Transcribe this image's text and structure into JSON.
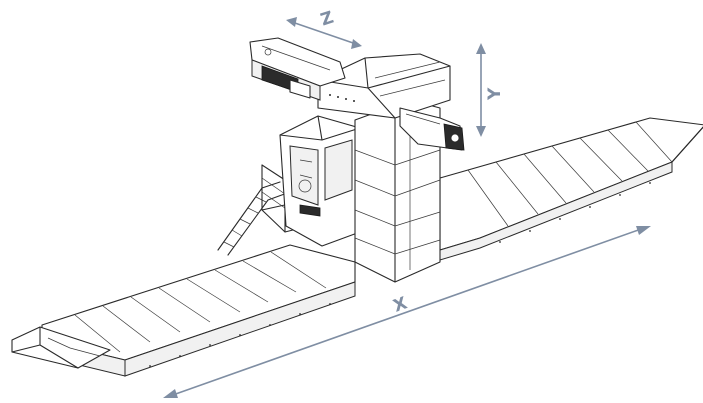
{
  "diagram": {
    "axis_labels": {
      "x": "X",
      "y": "Y",
      "z": "Z"
    },
    "colors": {
      "axis": "#7f8ea3",
      "line": "#2a2a2a",
      "background": "#ffffff"
    }
  }
}
